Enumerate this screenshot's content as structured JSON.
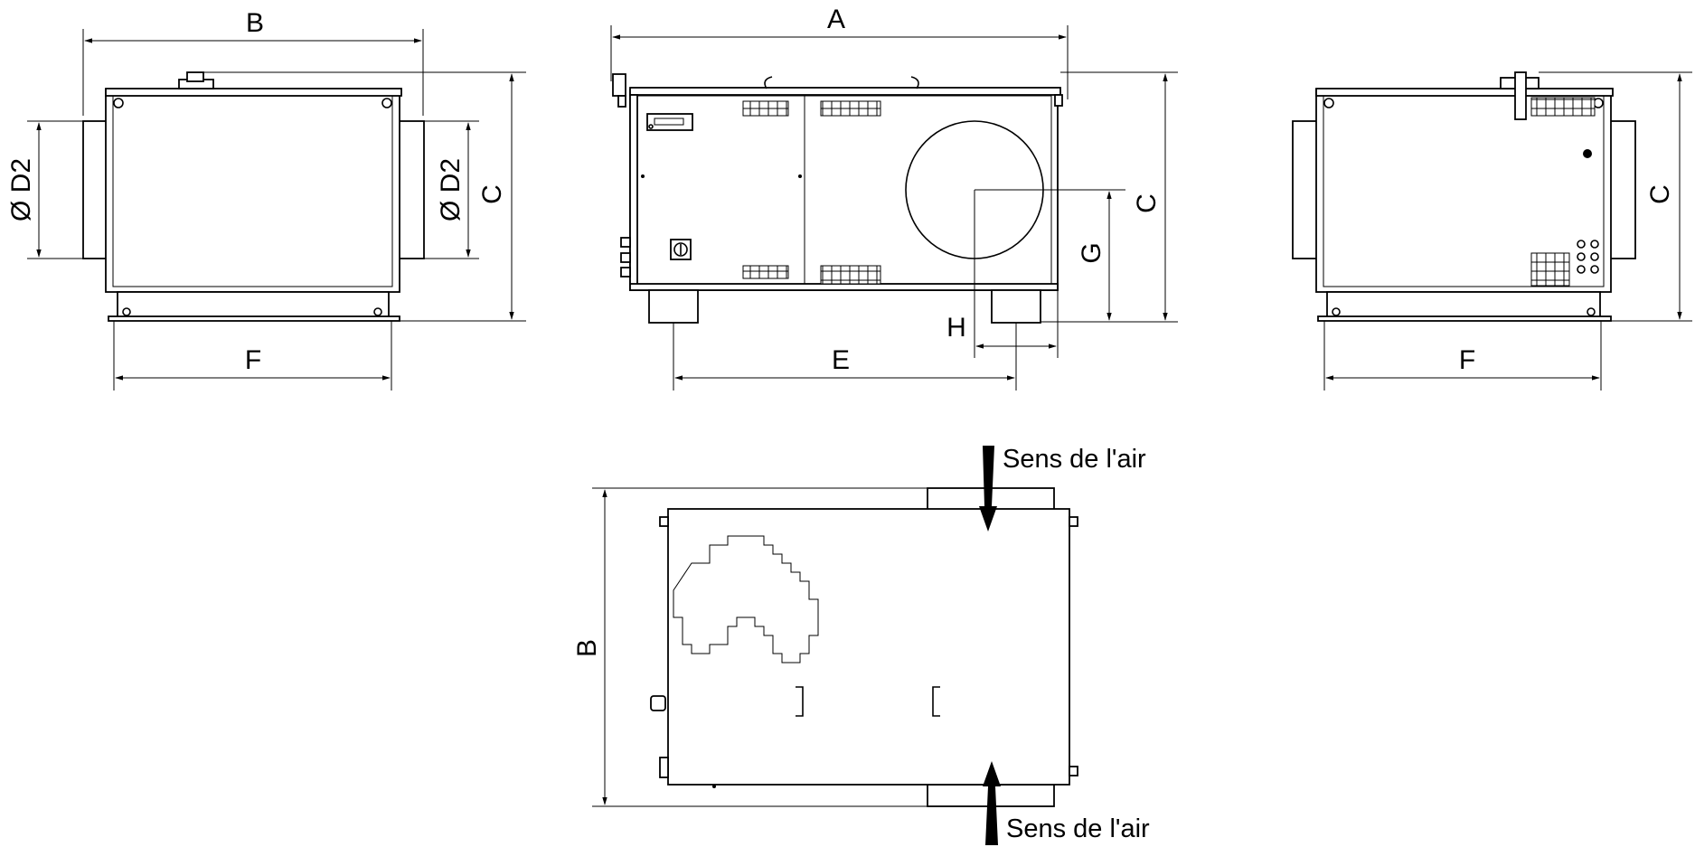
{
  "drawing": {
    "labels": {
      "A": "A",
      "B": "B",
      "C": "C",
      "D2": "Ø D2",
      "E": "E",
      "F": "F",
      "G": "G",
      "H": "H"
    },
    "airflow_label": "Sens de l'air"
  }
}
